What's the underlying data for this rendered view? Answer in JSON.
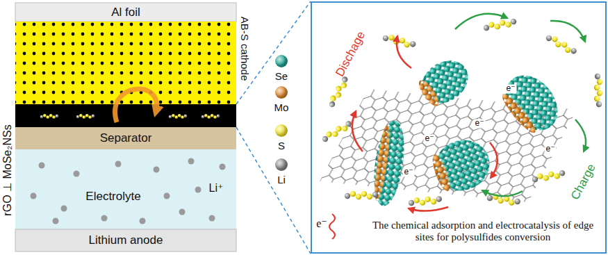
{
  "diagram": {
    "nodes": [
      {
        "text": [
          "Al foil"
        ]
      },
      {
        "text": [
          "AB-S cathode"
        ]
      },
      {
        "text": [
          "rGO ⊥ MoSe₂NSs"
        ]
      },
      {
        "text": [
          "Separator"
        ]
      },
      {
        "text": [
          "Electrolyte",
          "Li⁺"
        ]
      },
      {
        "text": [
          "Lithium anode"
        ]
      },
      {
        "text": [
          "The chemical adsorption and electrocatalysis of edge sites for polysulfides conversion"
        ]
      }
    ],
    "edges": [
      {
        "from": 2,
        "to": 6,
        "arrow": "none"
      },
      {
        "from": 2,
        "to": 6,
        "arrow": "none"
      }
    ],
    "labels": [
      "Dischage",
      "Charge",
      "e⁻",
      "e⁻",
      "e⁻",
      "e⁻",
      "e⁻",
      "e⁻"
    ],
    "legend": [
      {
        "text": "Se",
        "color": "#1fa898"
      },
      {
        "text": "Mo",
        "color": "#e08a2c"
      },
      {
        "text": "S",
        "color": "#f2e630"
      },
      {
        "text": "Li",
        "color": "#8a8a8a"
      }
    ]
  }
}
